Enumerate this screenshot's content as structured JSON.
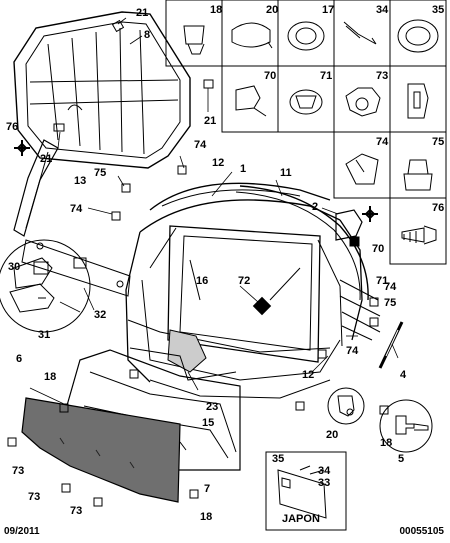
{
  "footer": {
    "date": "09/2011",
    "ref": "00055105"
  },
  "japon_label": "JAPON",
  "grid_cells": [
    "18",
    "20",
    "17",
    "34",
    "35",
    "70",
    "71",
    "73",
    "74",
    "75",
    "76"
  ],
  "callouts": {
    "c21a": "21",
    "c8": "8",
    "c21b": "21",
    "c76a": "76",
    "c21c": "21",
    "c13": "13",
    "c74a": "74",
    "c12a": "12",
    "c1": "1",
    "c75a": "75",
    "c11": "11",
    "c74b": "74",
    "c2": "2",
    "c70": "70",
    "c30": "30",
    "c32": "32",
    "c31": "31",
    "c16": "16",
    "c72": "72",
    "c71": "71",
    "c74c": "74",
    "c75b": "75",
    "c74d": "74",
    "c12b": "12",
    "c4": "4",
    "c6": "6",
    "c18a": "18",
    "c23": "23",
    "c15": "15",
    "c20": "20",
    "c18b": "18",
    "c5": "5",
    "c73a": "73",
    "c35": "35",
    "c34": "34",
    "c33": "33",
    "c73b": "73",
    "c73c": "73",
    "c7": "7",
    "c18c": "18"
  }
}
